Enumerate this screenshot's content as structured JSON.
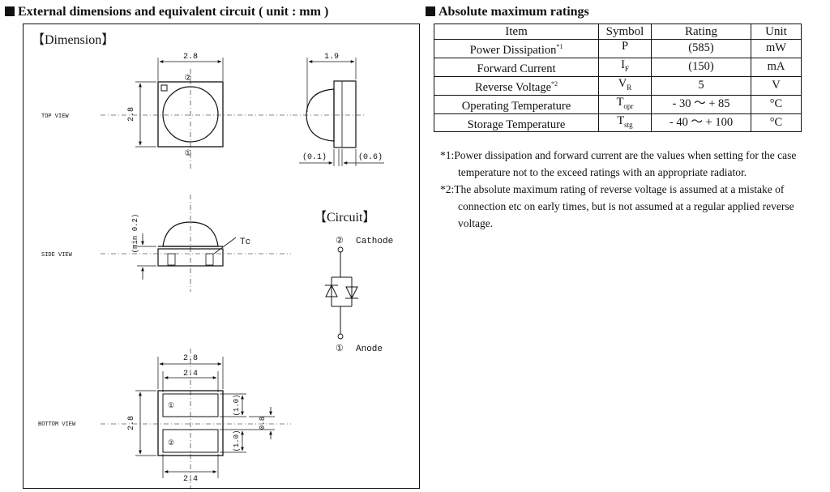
{
  "left_section": {
    "title": "External dimensions and equivalent circuit ( unit : mm )",
    "dimension_label": "【Dimension】",
    "circuit_label": "【Circuit】",
    "view_labels": {
      "top": "TOP VIEW",
      "side": "SIDE VIEW",
      "bottom": "BOTTOM VIEW"
    },
    "top_view": {
      "width": "2.8",
      "height": "2.8",
      "pin2": "②",
      "pin1": "①"
    },
    "profile_view": {
      "height": "1.9",
      "left_gap": "(0.1)",
      "right_gap": "(0.6)"
    },
    "side_view": {
      "min_label": "(min 0.2)",
      "tc_label": "Tc"
    },
    "bottom_view": {
      "outer_width": "2.8",
      "inner_width": "2.4",
      "bottom_width": "2.4",
      "height": "2.8",
      "pad_upper": "(1.0)",
      "pad_lower": "(1.0)",
      "gap": "0.8",
      "pin1": "①",
      "pin2": "②"
    },
    "circuit": {
      "cathode_pin": "②",
      "cathode_label": "Cathode",
      "anode_pin": "①",
      "anode_label": "Anode"
    }
  },
  "right_section": {
    "title": "Absolute maximum ratings",
    "table_headers": [
      "Item",
      "Symbol",
      "Rating",
      "Unit"
    ],
    "rows": [
      {
        "item": "Power Dissipation",
        "item_sup": "*1",
        "symbol": "P",
        "symbol_sub": "",
        "rating": "(585)",
        "unit": "mW"
      },
      {
        "item": "Forward Current",
        "item_sup": "",
        "symbol": "I",
        "symbol_sub": "F",
        "rating": "(150)",
        "unit": "mA"
      },
      {
        "item": "Reverse Voltage",
        "item_sup": "*2",
        "symbol": "V",
        "symbol_sub": "R",
        "rating": "5",
        "unit": "V"
      },
      {
        "item": "Operating Temperature",
        "item_sup": "",
        "symbol": "T",
        "symbol_sub": "opr",
        "rating": "- 30 ～ + 85",
        "unit": "°C"
      },
      {
        "item": "Storage Temperature",
        "item_sup": "",
        "symbol": "T",
        "symbol_sub": "stg",
        "rating": "- 40 ～ + 100",
        "unit": "°C"
      }
    ],
    "notes": [
      "*1:Power dissipation and forward current are the values when setting for the case temperature not to the exceed ratings with an appropriate radiator.",
      "*2:The absolute maximum rating of reverse voltage is assumed at a mistake of connection etc on early times, but is not assumed at a regular applied reverse voltage."
    ]
  }
}
